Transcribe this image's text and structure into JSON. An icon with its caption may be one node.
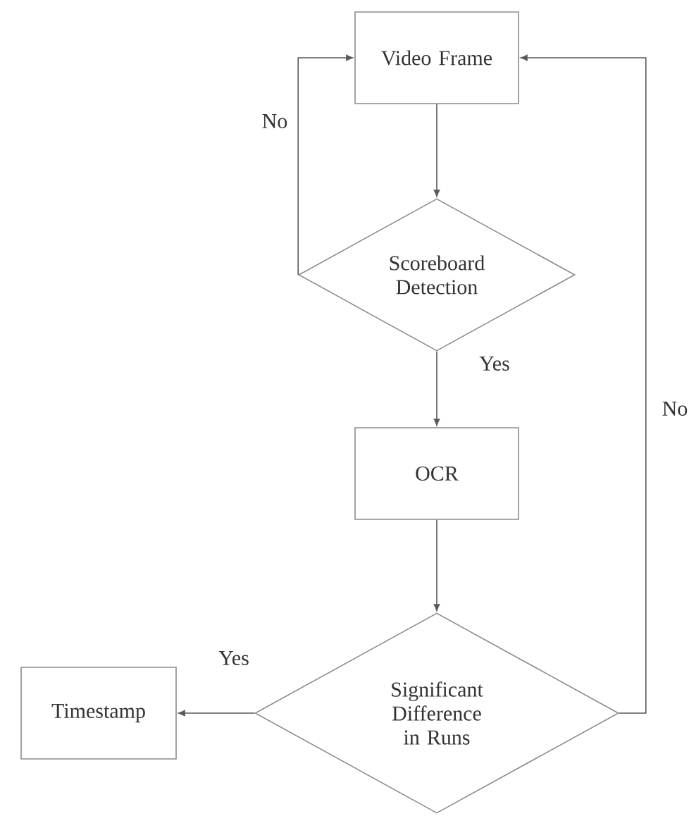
{
  "diagram": {
    "nodes": [
      {
        "text": [
          "Video Frame"
        ]
      },
      {
        "text": [
          "Scoreboard Detection"
        ]
      },
      {
        "text": [
          "OCR"
        ]
      },
      {
        "text": [
          "Significant Difference in Runs"
        ]
      },
      {
        "text": [
          "Timestamp"
        ]
      }
    ],
    "edges": [
      {
        "from": 0,
        "to": 1,
        "arrow": "to"
      },
      {
        "from": 1,
        "to": 0,
        "arrow": "to",
        "label": "No"
      },
      {
        "from": 1,
        "to": 2,
        "arrow": "to",
        "label": "Yes"
      },
      {
        "from": 2,
        "to": 3,
        "arrow": "to"
      },
      {
        "from": 3,
        "to": 4,
        "arrow": "to",
        "label": "Yes"
      },
      {
        "from": 3,
        "to": 0,
        "arrow": "to",
        "label": "No"
      }
    ]
  }
}
